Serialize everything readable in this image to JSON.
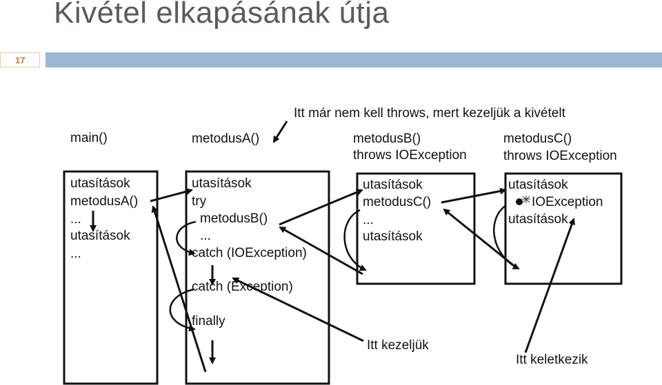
{
  "slide": {
    "title": "Kivétel elkapásának útja",
    "page_number": "17",
    "colors": {
      "bar": "#9cb7d2",
      "page_number": "#d9782a",
      "title": "#5e5a55"
    }
  },
  "diagram": {
    "main": {
      "header": "main()",
      "lines": [
        "utasítások",
        "metodusA()",
        "...",
        "utasítások",
        "..."
      ]
    },
    "methodA": {
      "header": "metodusA()",
      "lines": [
        "utasítások",
        "try",
        "metodusB()",
        "...",
        "catch (IOException)",
        "catch (Exception)",
        "finally"
      ]
    },
    "methodB": {
      "header1": "metodusB()",
      "header2": "throws IOException",
      "lines": [
        "utasítások",
        "metodusC()",
        "...",
        "utasítások"
      ]
    },
    "methodC": {
      "header1": "metodusC()",
      "header2": "throws IOException",
      "lines": [
        "utasítások",
        "IOException",
        "utasítások"
      ]
    },
    "notes": {
      "no_throws": "Itt már nem kell throws, mert kezeljük a kivételt",
      "handled": "Itt kezeljük",
      "raised": "Itt keletkezik"
    }
  }
}
